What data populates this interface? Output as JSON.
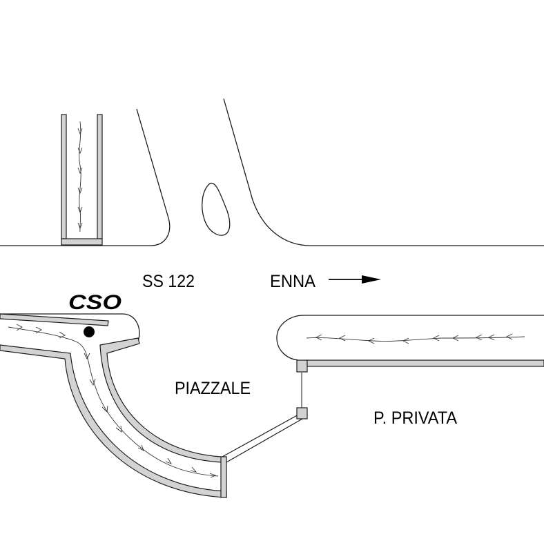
{
  "labels": {
    "road": "SS 122",
    "direction": "ENNA",
    "outfall": "CSO",
    "yard": "PIAZZALE",
    "private_road": "P. PRIVATA"
  },
  "icons": {
    "direction_arrow": "arrow-right-icon",
    "outfall_marker": "filled-circle-icon"
  },
  "colors": {
    "channel_fill": "#d3d3d3",
    "line": "#1a1a1a"
  }
}
